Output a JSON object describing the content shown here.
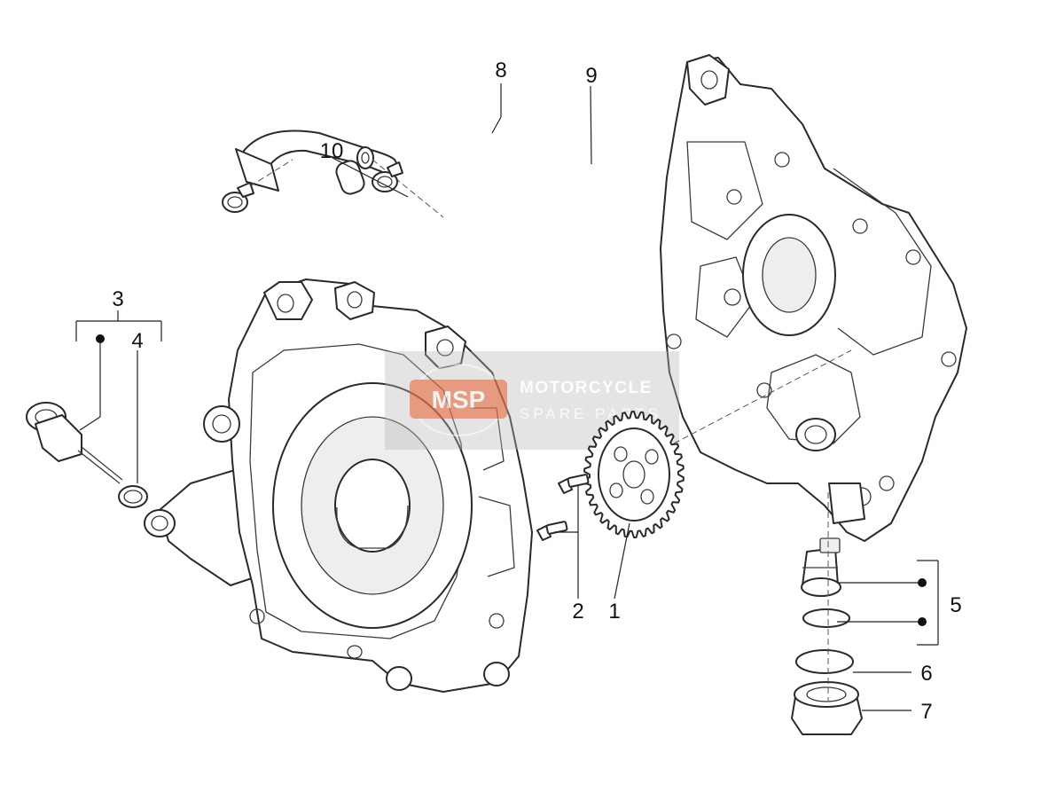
{
  "callouts": {
    "c1": "1",
    "c2": "2",
    "c3": "3",
    "c4": "4",
    "c5": "5",
    "c6": "6",
    "c7": "7",
    "c8": "8",
    "c9": "9",
    "c10": "10"
  },
  "watermark": {
    "line1": "MOTORCYCLE",
    "line2": "SPARE PARTS",
    "logo_text": "MSP",
    "accent_color": "#e8602c"
  }
}
